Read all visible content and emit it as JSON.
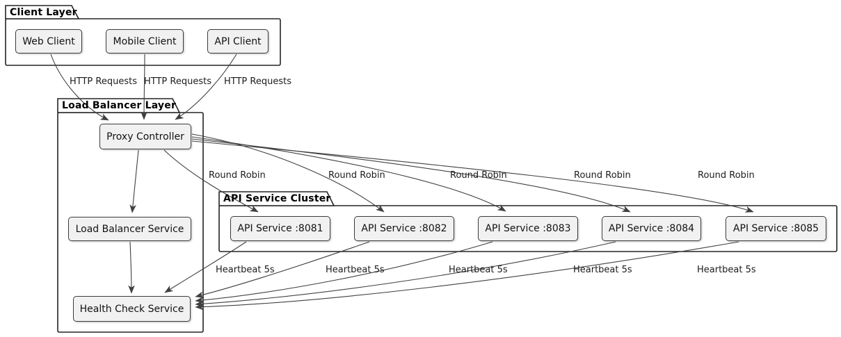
{
  "diagram": {
    "kind": "component-architecture-diagram",
    "packages": {
      "client_layer": {
        "label": "Client Layer"
      },
      "load_balancer_layer": {
        "label": "Load Balancer Layer"
      },
      "api_service_cluster": {
        "label": "API Service Cluster"
      }
    },
    "nodes": {
      "web_client": {
        "label": "Web Client"
      },
      "mobile_client": {
        "label": "Mobile Client"
      },
      "api_client": {
        "label": "API Client"
      },
      "proxy_controller": {
        "label": "Proxy Controller"
      },
      "load_balancer_service": {
        "label": "Load Balancer Service"
      },
      "health_check_service": {
        "label": "Health Check Service"
      },
      "api_service_8081": {
        "label": "API Service :8081"
      },
      "api_service_8082": {
        "label": "API Service :8082"
      },
      "api_service_8083": {
        "label": "API Service :8083"
      },
      "api_service_8084": {
        "label": "API Service :8084"
      },
      "api_service_8085": {
        "label": "API Service :8085"
      }
    },
    "edge_labels": {
      "http_requests": "HTTP Requests",
      "round_robin": "Round Robin",
      "heartbeat": "Heartbeat 5s"
    },
    "colors": {
      "background": "#FFFFFF",
      "node_fill": "#F1F1F1",
      "node_border": "#3A3A3A",
      "package_border": "#232323",
      "edge": "#3F3F3F",
      "text": "#121212"
    }
  }
}
